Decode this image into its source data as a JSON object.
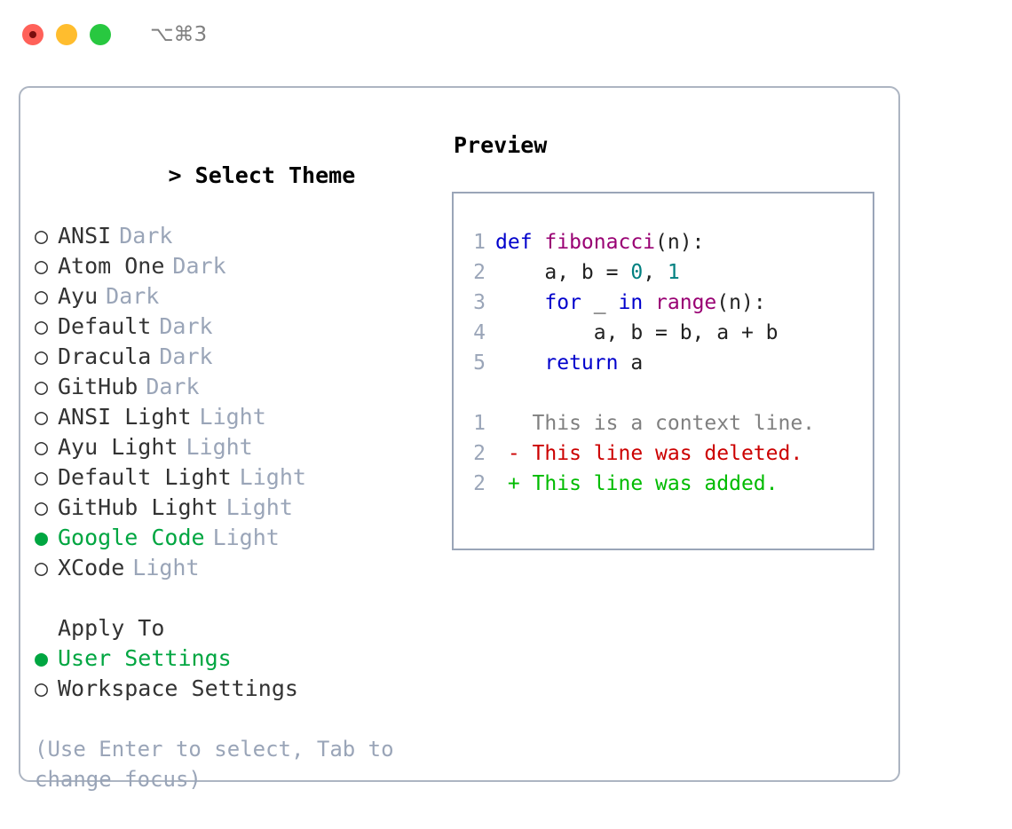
{
  "titlebar": {
    "shortcut": "⌥⌘3",
    "lights": [
      "close",
      "minimize",
      "zoom"
    ]
  },
  "theme_picker": {
    "caret": ">",
    "heading": "Select Theme",
    "bullet_empty": "○",
    "bullet_filled": "●",
    "items": [
      {
        "name": "ANSI",
        "tag": "Dark",
        "selected": false
      },
      {
        "name": "Atom One",
        "tag": "Dark",
        "selected": false
      },
      {
        "name": "Ayu",
        "tag": "Dark",
        "selected": false
      },
      {
        "name": "Default",
        "tag": "Dark",
        "selected": false
      },
      {
        "name": "Dracula",
        "tag": "Dark",
        "selected": false
      },
      {
        "name": "GitHub",
        "tag": "Dark",
        "selected": false
      },
      {
        "name": "ANSI Light",
        "tag": "Light",
        "selected": false
      },
      {
        "name": "Ayu Light",
        "tag": "Light",
        "selected": false
      },
      {
        "name": "Default Light",
        "tag": "Light",
        "selected": false
      },
      {
        "name": "GitHub Light",
        "tag": "Light",
        "selected": false
      },
      {
        "name": "Google Code",
        "tag": "Light",
        "selected": true
      },
      {
        "name": "XCode",
        "tag": "Light",
        "selected": false
      }
    ]
  },
  "apply_to": {
    "title": "Apply To",
    "options": [
      {
        "label": "User Settings",
        "selected": true
      },
      {
        "label": "Workspace Settings",
        "selected": false
      }
    ]
  },
  "hint": "(Use Enter to select, Tab to change focus)",
  "preview": {
    "title": "Preview",
    "code_lines": [
      {
        "no": "1",
        "tokens": [
          {
            "t": "def ",
            "c": "kw"
          },
          {
            "t": "fibonacci",
            "c": "fn"
          },
          {
            "t": "(n):",
            "c": "pl"
          }
        ]
      },
      {
        "no": "2",
        "tokens": [
          {
            "t": "    a, b = ",
            "c": "pl"
          },
          {
            "t": "0",
            "c": "num"
          },
          {
            "t": ", ",
            "c": "pl"
          },
          {
            "t": "1",
            "c": "num"
          }
        ]
      },
      {
        "no": "3",
        "tokens": [
          {
            "t": "    ",
            "c": "pl"
          },
          {
            "t": "for",
            "c": "kw"
          },
          {
            "t": " _ ",
            "c": "pl"
          },
          {
            "t": "in",
            "c": "kw"
          },
          {
            "t": " ",
            "c": "pl"
          },
          {
            "t": "range",
            "c": "fn"
          },
          {
            "t": "(n):",
            "c": "pl"
          }
        ]
      },
      {
        "no": "4",
        "tokens": [
          {
            "t": "        a, b = b, a + b",
            "c": "pl"
          }
        ]
      },
      {
        "no": "5",
        "tokens": [
          {
            "t": "    ",
            "c": "pl"
          },
          {
            "t": "return",
            "c": "kw"
          },
          {
            "t": " a",
            "c": "pl"
          }
        ]
      }
    ],
    "diff_lines": [
      {
        "no": "1",
        "marker": " ",
        "text": "This is a context line.",
        "kind": "ctx"
      },
      {
        "no": "2",
        "marker": "-",
        "text": "This line was deleted.",
        "kind": "del"
      },
      {
        "no": "2",
        "marker": "+",
        "text": "This line was added.",
        "kind": "add"
      }
    ]
  },
  "colors": {
    "accent_green": "#00a641",
    "muted": "#9aa5b8",
    "keyword": "#0000cc",
    "function": "#990073",
    "number": "#008080",
    "diff_add": "#00bb00",
    "diff_del": "#cc0000",
    "border": "#adb5c2"
  }
}
